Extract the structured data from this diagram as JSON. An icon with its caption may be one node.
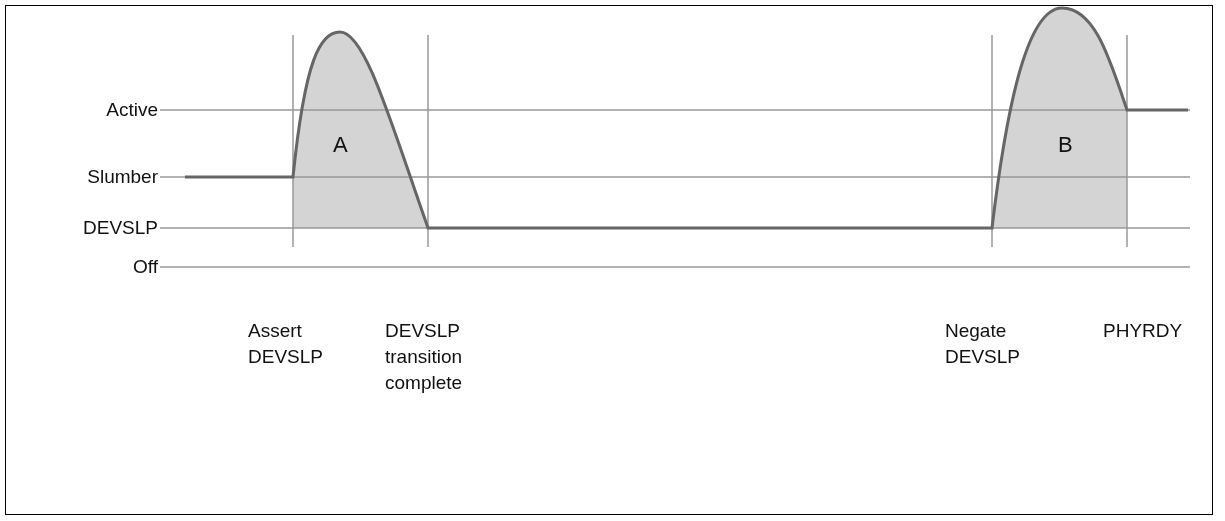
{
  "diagram": {
    "labels": [
      "Active",
      "Slumber",
      "DEVSLP",
      "Off",
      "A",
      "B",
      "Assert DEVSLP",
      "DEVSLP transition complete",
      "Negate DEVSLP",
      "PHYRDY"
    ]
  }
}
